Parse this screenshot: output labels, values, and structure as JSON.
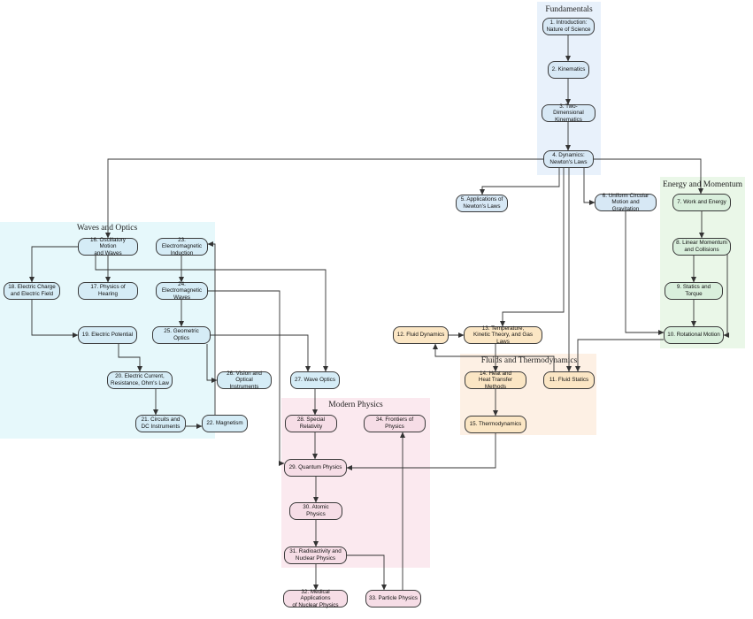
{
  "clusters": [
    {
      "id": "fund",
      "title": "Fundamentals",
      "color": "#e8f1fb"
    },
    {
      "id": "energy",
      "title": "Energy and Momentum",
      "color": "#eaf7e8"
    },
    {
      "id": "waves",
      "title": "Waves and Optics",
      "color": "#e6f8fb"
    },
    {
      "id": "fluids",
      "title": "Fluids and Thermodynamics",
      "color": "#fdf0e4"
    },
    {
      "id": "modern",
      "title": "Modern Physics",
      "color": "#fbe9ef"
    }
  ],
  "node_styles": {
    "fund": {
      "fill": "#d7e8f5"
    },
    "energy": {
      "fill": "#d9efdc"
    },
    "waves": {
      "fill": "#d5ecf6"
    },
    "fluids": {
      "fill": "#fbe6c4"
    },
    "modern": {
      "fill": "#f6dde6"
    }
  },
  "nodes": [
    {
      "id": "n1",
      "cluster": "fund",
      "label": "1. Introduction:\nNature of Science"
    },
    {
      "id": "n2",
      "cluster": "fund",
      "label": "2. Kinematics"
    },
    {
      "id": "n3",
      "cluster": "fund",
      "label": "3. Two-Dimensional\nKinematics"
    },
    {
      "id": "n4",
      "cluster": "fund",
      "label": "4. Dynamics:\nNewton's Laws"
    },
    {
      "id": "n5",
      "cluster": "fund",
      "label": "5. Applications of\nNewton's Laws"
    },
    {
      "id": "n6",
      "cluster": "fund",
      "label": "6. Uniform Circular\nMotion and Gravitation"
    },
    {
      "id": "n7",
      "cluster": "energy",
      "label": "7. Work and Energy"
    },
    {
      "id": "n8",
      "cluster": "energy",
      "label": "8. Linear Momentum\nand Collisions"
    },
    {
      "id": "n9",
      "cluster": "energy",
      "label": "9. Statics and Torque"
    },
    {
      "id": "n10",
      "cluster": "energy",
      "label": "10. Rotational Motion"
    },
    {
      "id": "n11",
      "cluster": "fluids",
      "label": "11. Fluid Statics"
    },
    {
      "id": "n12",
      "cluster": "fluids",
      "label": "12. Fluid Dynamics"
    },
    {
      "id": "n13",
      "cluster": "fluids",
      "label": "13. Temperature,\nKinetic Theory, and Gas Laws"
    },
    {
      "id": "n14",
      "cluster": "fluids",
      "label": "14. Heat and\nHeat Transfer Methods"
    },
    {
      "id": "n15",
      "cluster": "fluids",
      "label": "15. Thermodynamics"
    },
    {
      "id": "n16",
      "cluster": "waves",
      "label": "16. Oscillatory Motion\nand Waves"
    },
    {
      "id": "n17",
      "cluster": "waves",
      "label": "17. Physics of Hearing"
    },
    {
      "id": "n18",
      "cluster": "waves",
      "label": "18. Electric Charge\nand Electric Field"
    },
    {
      "id": "n19",
      "cluster": "waves",
      "label": "19. Electric Potential"
    },
    {
      "id": "n20",
      "cluster": "waves",
      "label": "20. Electric Current,\nResistance, Ohm's Law"
    },
    {
      "id": "n21",
      "cluster": "waves",
      "label": "21. Circuits and\nDC Instruments"
    },
    {
      "id": "n22",
      "cluster": "waves",
      "label": "22. Magnetism"
    },
    {
      "id": "n23",
      "cluster": "waves",
      "label": "23. Electromagnetic\nInduction"
    },
    {
      "id": "n24",
      "cluster": "waves",
      "label": "24. Electromagnetic\nWaves"
    },
    {
      "id": "n25",
      "cluster": "waves",
      "label": "25. Geometric Optics"
    },
    {
      "id": "n26",
      "cluster": "waves",
      "label": "26. Vision and\nOptical Instruments"
    },
    {
      "id": "n27",
      "cluster": "waves",
      "label": "27. Wave Optics"
    },
    {
      "id": "n28",
      "cluster": "modern",
      "label": "28. Special Relativity"
    },
    {
      "id": "n29",
      "cluster": "modern",
      "label": "29. Quantum Physics"
    },
    {
      "id": "n30",
      "cluster": "modern",
      "label": "30. Atomic Physics"
    },
    {
      "id": "n31",
      "cluster": "modern",
      "label": "31. Radioactivity and\nNuclear Physics"
    },
    {
      "id": "n32",
      "cluster": "modern",
      "label": "32. Medical Applications\nof Nuclear Physics"
    },
    {
      "id": "n33",
      "cluster": "modern",
      "label": "33. Particle Physics"
    },
    {
      "id": "n34",
      "cluster": "modern",
      "label": "34. Frontiers of Physics"
    }
  ],
  "edges": [
    {
      "from": "n1",
      "to": "n2"
    },
    {
      "from": "n2",
      "to": "n3"
    },
    {
      "from": "n3",
      "to": "n4"
    },
    {
      "from": "n4",
      "to": "n5"
    },
    {
      "from": "n4",
      "to": "n6"
    },
    {
      "from": "n4",
      "to": "n7"
    },
    {
      "from": "n4",
      "to": "n16"
    },
    {
      "from": "n4",
      "to": "n11"
    },
    {
      "from": "n4",
      "to": "n13"
    },
    {
      "from": "n7",
      "to": "n8"
    },
    {
      "from": "n8",
      "to": "n9"
    },
    {
      "from": "n9",
      "to": "n10"
    },
    {
      "from": "n8",
      "to": "n10"
    },
    {
      "from": "n6",
      "to": "n10"
    },
    {
      "from": "n10",
      "to": "n11"
    },
    {
      "from": "n11",
      "to": "n12"
    },
    {
      "from": "n12",
      "to": "n13"
    },
    {
      "from": "n13",
      "to": "n14"
    },
    {
      "from": "n14",
      "to": "n15"
    },
    {
      "from": "n15",
      "to": "n29"
    },
    {
      "from": "n16",
      "to": "n17"
    },
    {
      "from": "n16",
      "to": "n18"
    },
    {
      "from": "n16",
      "to": "n27"
    },
    {
      "from": "n18",
      "to": "n19"
    },
    {
      "from": "n19",
      "to": "n20"
    },
    {
      "from": "n20",
      "to": "n21"
    },
    {
      "from": "n21",
      "to": "n22"
    },
    {
      "from": "n22",
      "to": "n23"
    },
    {
      "from": "n23",
      "to": "n24"
    },
    {
      "from": "n24",
      "to": "n25"
    },
    {
      "from": "n24",
      "to": "n29"
    },
    {
      "from": "n25",
      "to": "n26"
    },
    {
      "from": "n25",
      "to": "n27"
    },
    {
      "from": "n27",
      "to": "n28"
    },
    {
      "from": "n28",
      "to": "n29"
    },
    {
      "from": "n29",
      "to": "n30"
    },
    {
      "from": "n30",
      "to": "n31"
    },
    {
      "from": "n31",
      "to": "n32"
    },
    {
      "from": "n31",
      "to": "n33"
    },
    {
      "from": "n33",
      "to": "n34"
    }
  ]
}
